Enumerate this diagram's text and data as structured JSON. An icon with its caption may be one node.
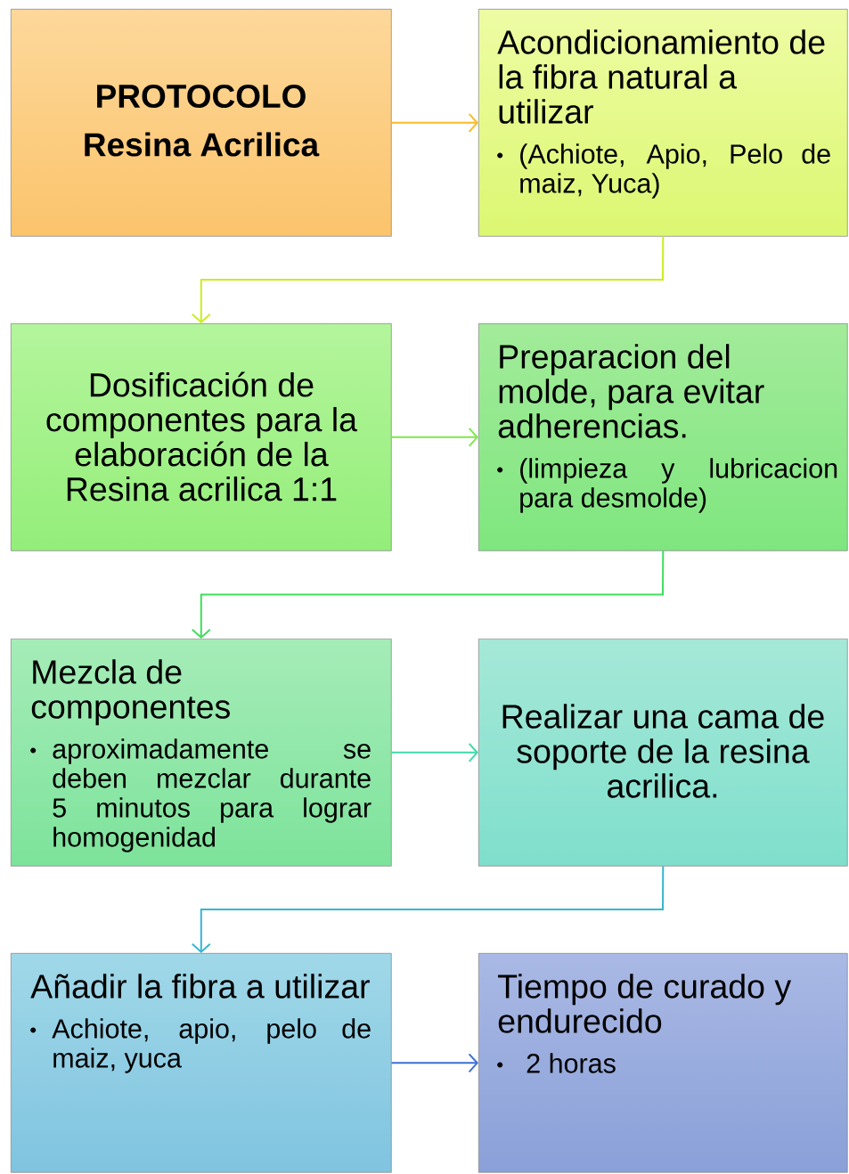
{
  "diagram": {
    "nodes": [
      {
        "text": [
          "PROTOCOLO",
          "Resina Acrilica"
        ]
      },
      {
        "text": [
          "Acondicionamiento de la fibra natural a utilizar",
          "(Achiote, Apio, Pelo de maiz, Yuca)"
        ]
      },
      {
        "text": [
          "Dosificación de componentes para la elaboración de la Resina acrilica 1:1"
        ]
      },
      {
        "text": [
          "Preparacion del molde, para evitar adherencias.",
          "(limpieza y lubricacion para desmolde)"
        ]
      },
      {
        "text": [
          "Mezcla de componentes",
          "aproximadamente se deben mezclar durante 5 minutos para lograr homogenidad"
        ]
      },
      {
        "text": [
          "Realizar una cama de soporte de la resina acrilica."
        ]
      },
      {
        "text": [
          "Añadir la fibra a utilizar",
          "Achiote, apio, pelo de maiz, yuca"
        ]
      },
      {
        "text": [
          "Tiempo de curado y endurecido",
          "2 horas"
        ]
      }
    ],
    "edges": [
      {
        "from": 0,
        "to": 1,
        "arrow": "to",
        "color": "#f9b92a"
      },
      {
        "from": 1,
        "to": 2,
        "arrow": "to",
        "color": "#c8ee20"
      },
      {
        "from": 2,
        "to": 3,
        "arrow": "to",
        "color": "#7ee84a"
      },
      {
        "from": 3,
        "to": 4,
        "arrow": "to",
        "color": "#3ede5a"
      },
      {
        "from": 4,
        "to": 5,
        "arrow": "to",
        "color": "#3ed9a8"
      },
      {
        "from": 5,
        "to": 6,
        "arrow": "to",
        "color": "#36b5d2"
      },
      {
        "from": 6,
        "to": 7,
        "arrow": "to",
        "color": "#3c6fd0"
      }
    ]
  }
}
